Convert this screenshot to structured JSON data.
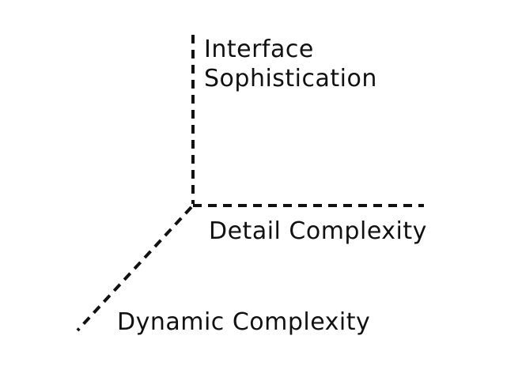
{
  "axes": {
    "vertical": {
      "label_line1": "Interface",
      "label_line2": "Sophistication"
    },
    "horizontal": {
      "label": "Detail Complexity"
    },
    "diagonal": {
      "label": "Dynamic Complexity"
    }
  },
  "colors": {
    "stroke": "#111111",
    "background": "#ffffff"
  }
}
